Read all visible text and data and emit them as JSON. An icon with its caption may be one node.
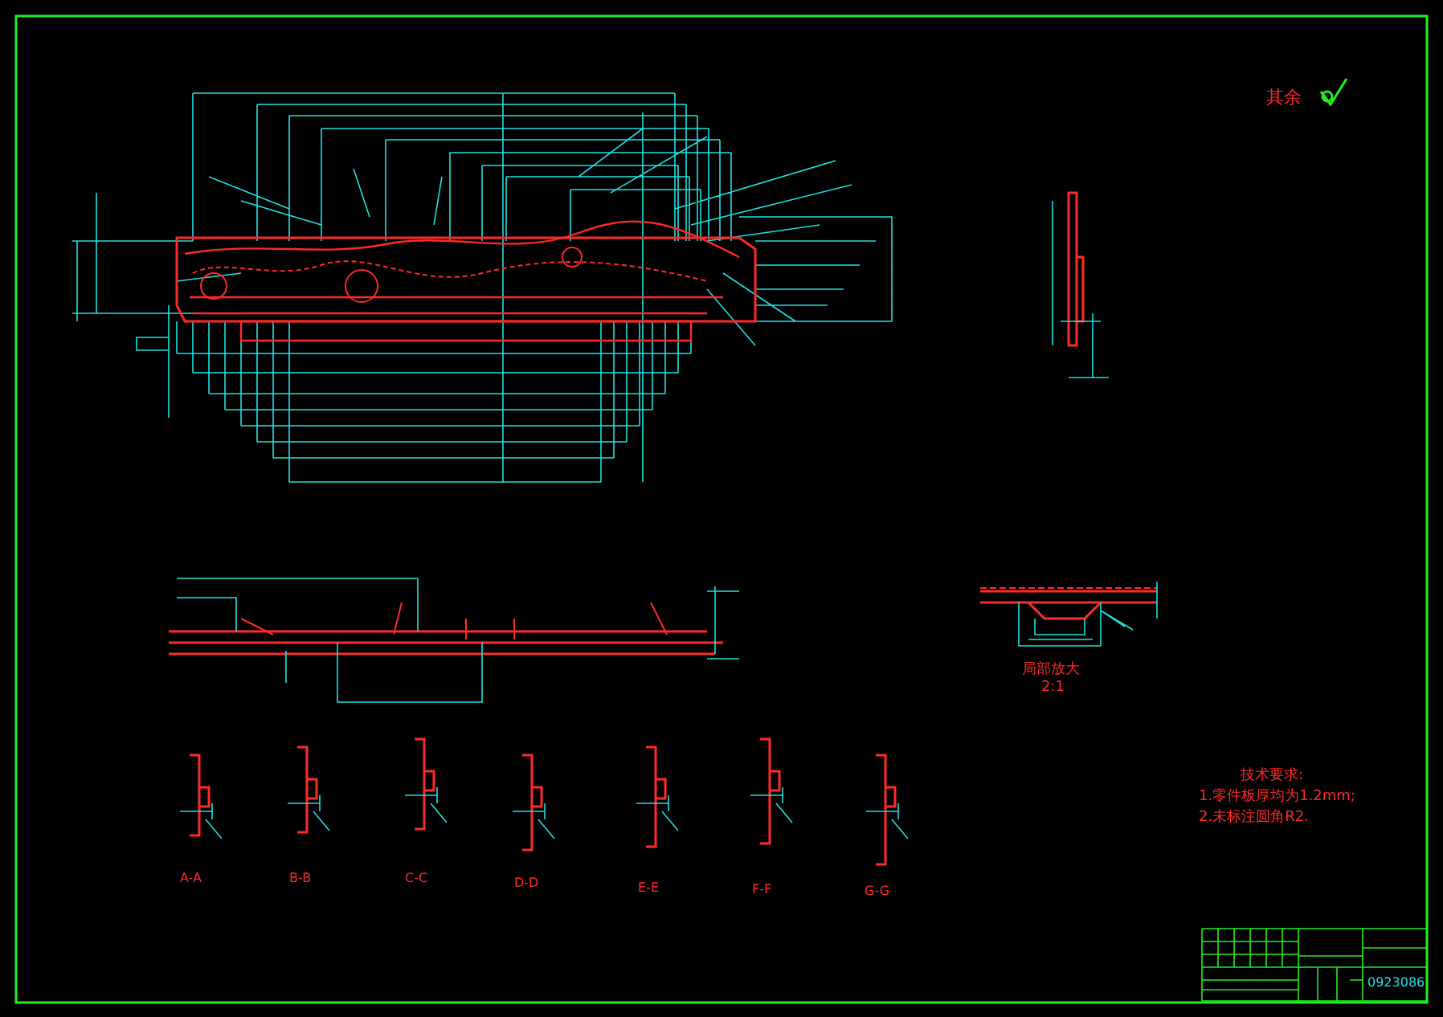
{
  "diagram": {
    "labels": [
      "其余",
      "技术要求:",
      "1.零件板厚均为1.2mm;",
      "2.未标注圆角R2.",
      "A-A",
      "B-B",
      "C-C",
      "D-D",
      "E-E",
      "F-F",
      "G-G",
      "局部放大",
      "2:1",
      "0923086"
    ]
  }
}
